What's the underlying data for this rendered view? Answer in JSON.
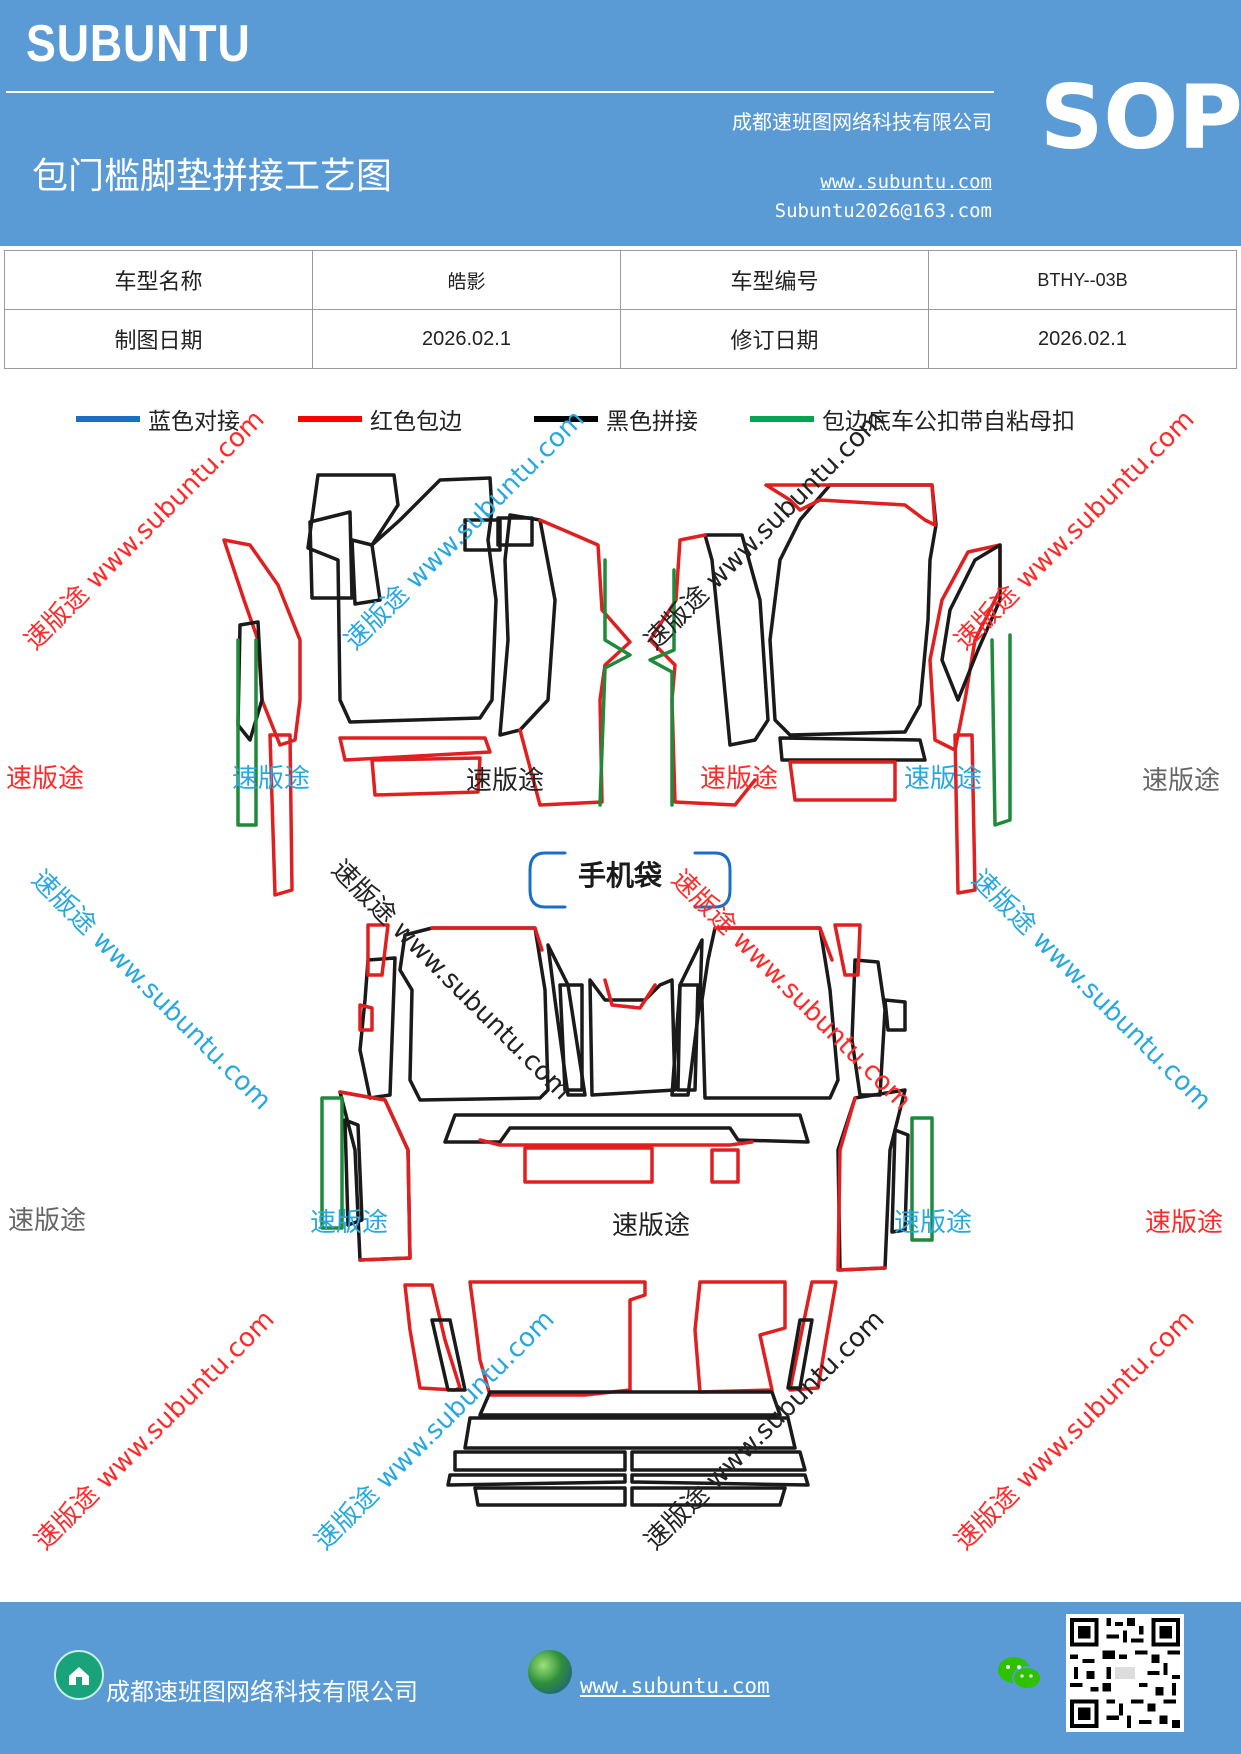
{
  "header": {
    "brand": "SUBUNTU",
    "company": "成都速班图网络科技有限公司",
    "title": "包门槛脚垫拼接工艺图",
    "website": "www.subuntu.com",
    "email": "Subuntu2026@163.com",
    "badge": "SOP"
  },
  "info_table": {
    "row1": {
      "label1": "车型名称",
      "value1": "皓影",
      "label2": "车型编号",
      "value2": "BTHY--03B"
    },
    "row2": {
      "label1": "制图日期",
      "value1": "2026.02.1",
      "label2": "修订日期",
      "value2": "2026.02.1"
    }
  },
  "legend": [
    {
      "label": "蓝色对接",
      "color": "#1a6fc4"
    },
    {
      "label": "红色包边",
      "color": "#ff0000"
    },
    {
      "label": "黑色拼接",
      "color": "#000000"
    },
    {
      "label": "包边底车公扣带自粘母扣",
      "color": "#00a651"
    }
  ],
  "drawing": {
    "phone_pocket_label": "手机袋",
    "outline_colors": {
      "black": "#1a1a1a",
      "red": "#e02020",
      "green": "#1f8a3a",
      "blue": "#1a6fc4"
    }
  },
  "watermarks": {
    "short": "速版途",
    "long": "速版途 www.subuntu.com",
    "colors": {
      "red": "#ff2a2a",
      "blue": "#29a8e0",
      "gray": "#666666",
      "dark": "#222222"
    }
  },
  "footer": {
    "company": "成都速班图网络科技有限公司",
    "website": "www.subuntu.com",
    "icons": [
      "home-icon",
      "globe-icon",
      "wechat-icon",
      "qr-code"
    ]
  }
}
